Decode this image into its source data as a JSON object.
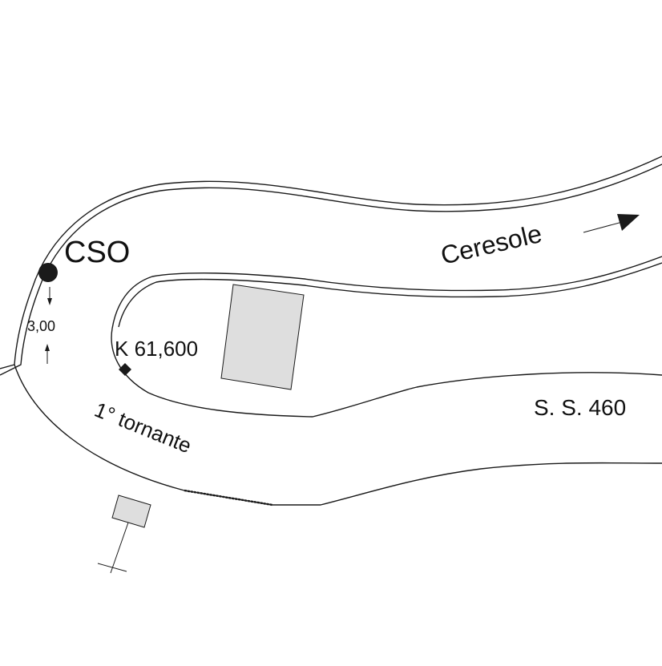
{
  "labels": {
    "cso": "CSO",
    "width": "3,00",
    "km_marker": "K 61,600",
    "direction": "Ceresole",
    "bend": "1° tornante",
    "road_name": "S. S. 460"
  },
  "colors": {
    "line": "#1a1a1a",
    "building_fill": "#dedede",
    "marker": "#1a1a1a",
    "background": "#ffffff"
  },
  "icons": {
    "cso_point": "filled-circle",
    "km_point": "diamond",
    "direction_arrow": "arrow-right",
    "sign_post": "cross-post"
  }
}
